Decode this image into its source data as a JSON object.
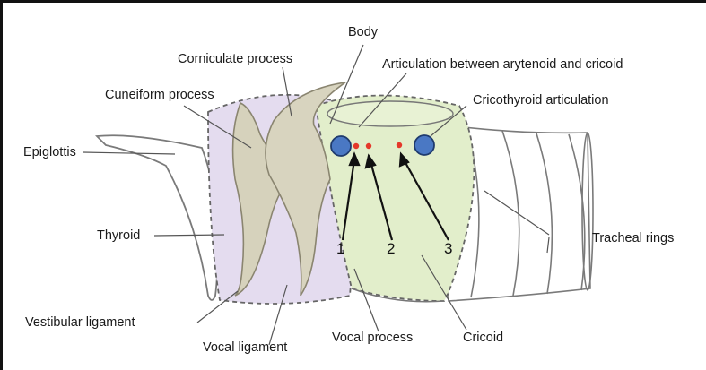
{
  "labels": {
    "body": "Body",
    "corniculate": "Corniculate process",
    "articulation_ac": "Articulation between arytenoid and cricoid",
    "cuneiform": "Cuneiform process",
    "cricothyroid": "Cricothyroid articulation",
    "epiglottis": "Epiglottis",
    "thyroid": "Thyroid",
    "tracheal": "Tracheal rings",
    "vestibular": "Vestibular ligament",
    "vocal_ligament": "Vocal ligament",
    "vocal_process": "Vocal process",
    "cricoid": "Cricoid"
  },
  "markers": {
    "m1": "1",
    "m2": "2",
    "m3": "3"
  },
  "colors": {
    "thyroid_fill": "#e4dcef",
    "cricoid_fill": "#e2eecb",
    "cartilage_fill": "#d6d2bc",
    "joint_fill": "#4a78c4",
    "point_fill": "#e5382a"
  }
}
